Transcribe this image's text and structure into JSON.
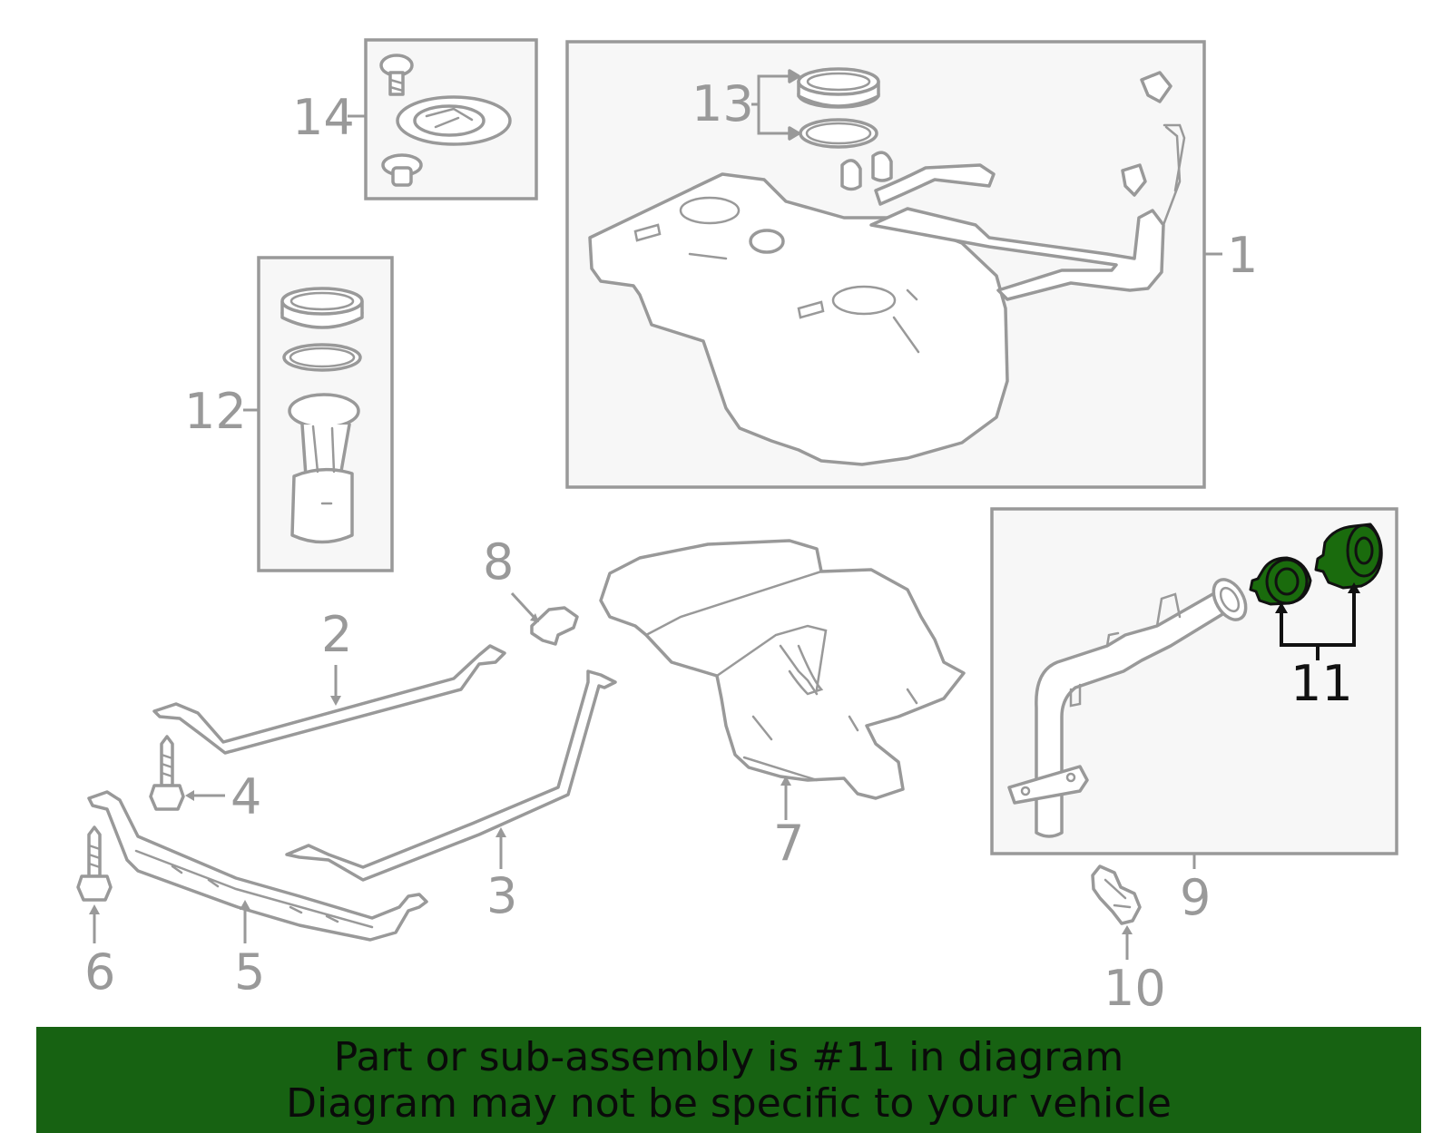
{
  "callouts": {
    "c1": "1",
    "c2": "2",
    "c3": "3",
    "c4": "4",
    "c5": "5",
    "c6": "6",
    "c7": "7",
    "c8": "8",
    "c9": "9",
    "c10": "10",
    "c11": "11",
    "c12": "12",
    "c13": "13",
    "c14": "14"
  },
  "highlight_part": "11",
  "colors": {
    "line_gray": "#999999",
    "highlight_green": "#1a6b0d",
    "banner_green": "#176212",
    "box_fill": "#f7f7f7"
  },
  "banner": {
    "line1": "Part or sub-assembly is #11 in diagram",
    "line2": "Diagram may not be specific to your vehicle"
  }
}
